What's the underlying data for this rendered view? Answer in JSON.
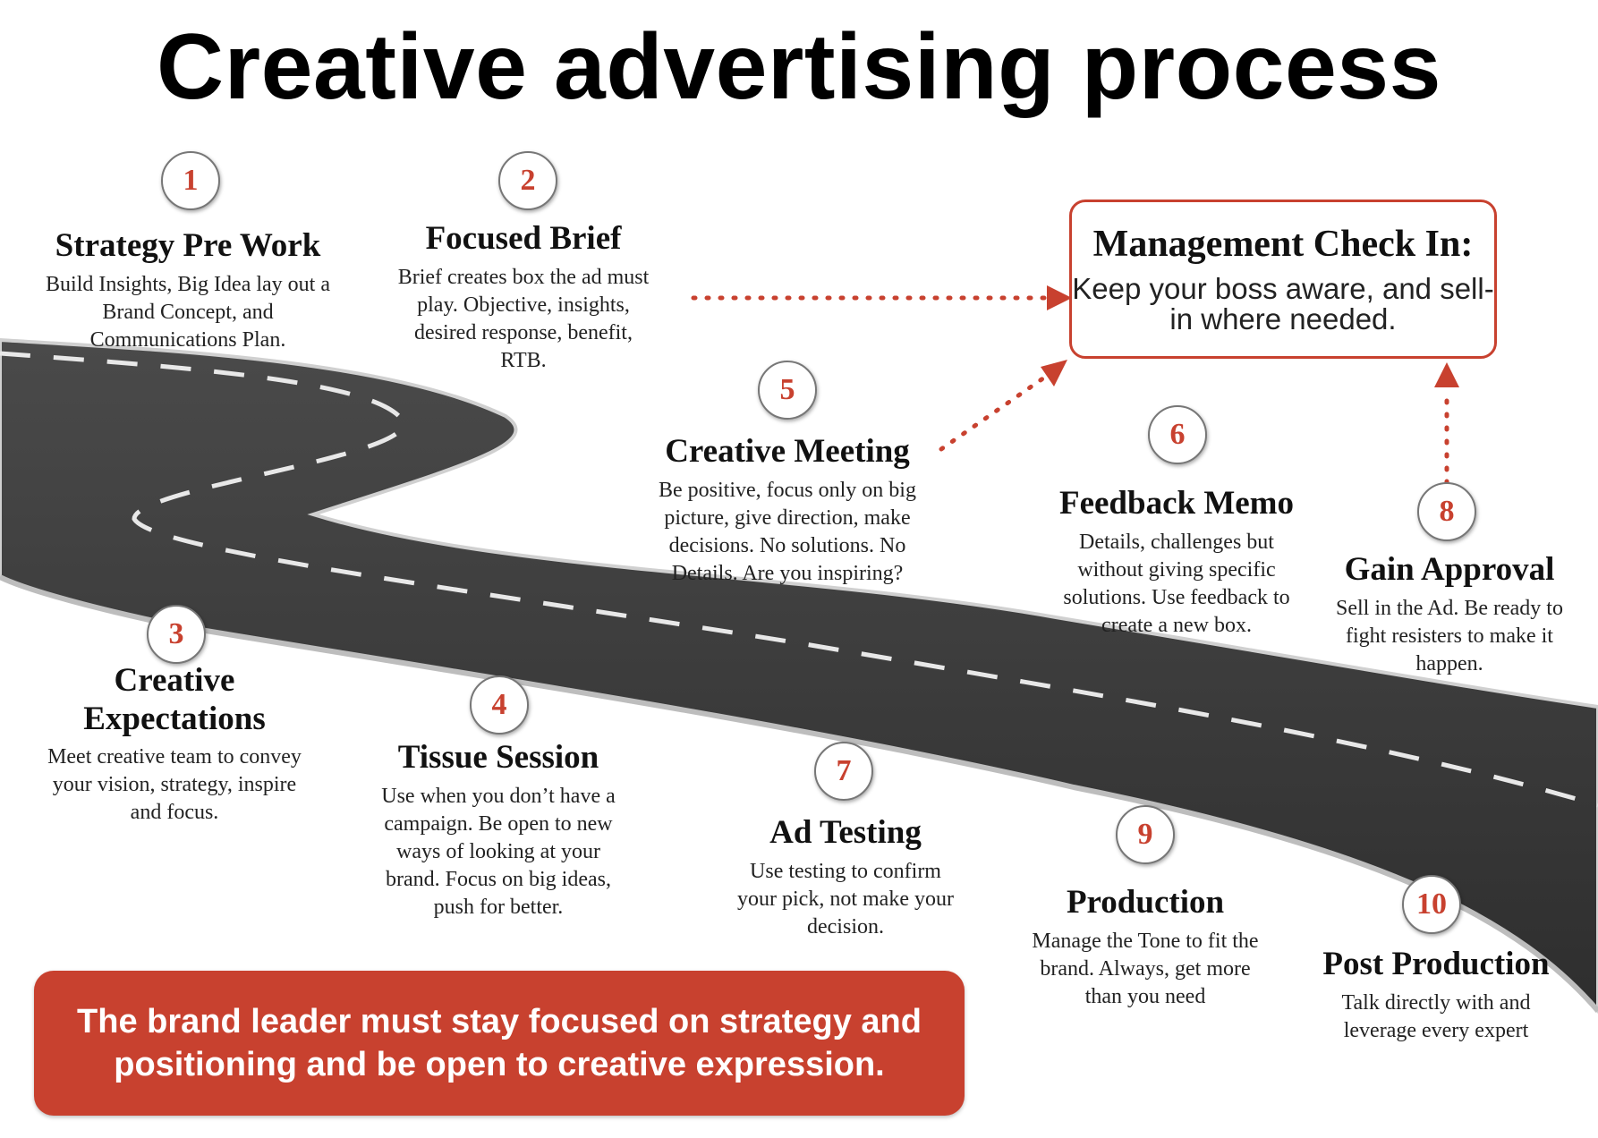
{
  "title": "Creative advertising process",
  "accent_color": "#c8412f",
  "road_color": "#3a3a3a",
  "steps": [
    {
      "number": "1",
      "title": "Strategy Pre Work",
      "description": "Build Insights, Big Idea lay out a Brand Concept, and Communications Plan."
    },
    {
      "number": "2",
      "title": "Focused Brief",
      "description": "Brief creates box the ad must play. Objective, insights, desired response, benefit, RTB."
    },
    {
      "number": "3",
      "title": "Creative Expectations",
      "description": "Meet creative team to convey your vision, strategy, inspire and focus."
    },
    {
      "number": "4",
      "title": "Tissue Session",
      "description": "Use when you don’t have a campaign. Be open to new ways of looking at your brand. Focus on big ideas, push for better."
    },
    {
      "number": "5",
      "title": "Creative Meeting",
      "description": "Be positive, focus only on big picture, give direction, make decisions. No solutions. No Details. Are you inspiring?"
    },
    {
      "number": "6",
      "title": "Feedback Memo",
      "description": "Details, challenges but without giving specific solutions. Use feedback to create a new box."
    },
    {
      "number": "7",
      "title": "Ad Testing",
      "description": "Use testing to confirm your pick, not make your decision."
    },
    {
      "number": "8",
      "title": "Gain Approval",
      "description": "Sell in the Ad. Be ready to fight resisters to make it happen."
    },
    {
      "number": "9",
      "title": "Production",
      "description": "Manage the Tone to fit the brand. Always, get more than you need"
    },
    {
      "number": "10",
      "title": "Post Production",
      "description": "Talk directly with and leverage every expert"
    }
  ],
  "management": {
    "title": "Management Check In:",
    "description": "Keep your boss aware, and sell-in where needed."
  },
  "banner": {
    "text": "The brand leader must stay focused on strategy and positioning and be open to creative expression."
  }
}
